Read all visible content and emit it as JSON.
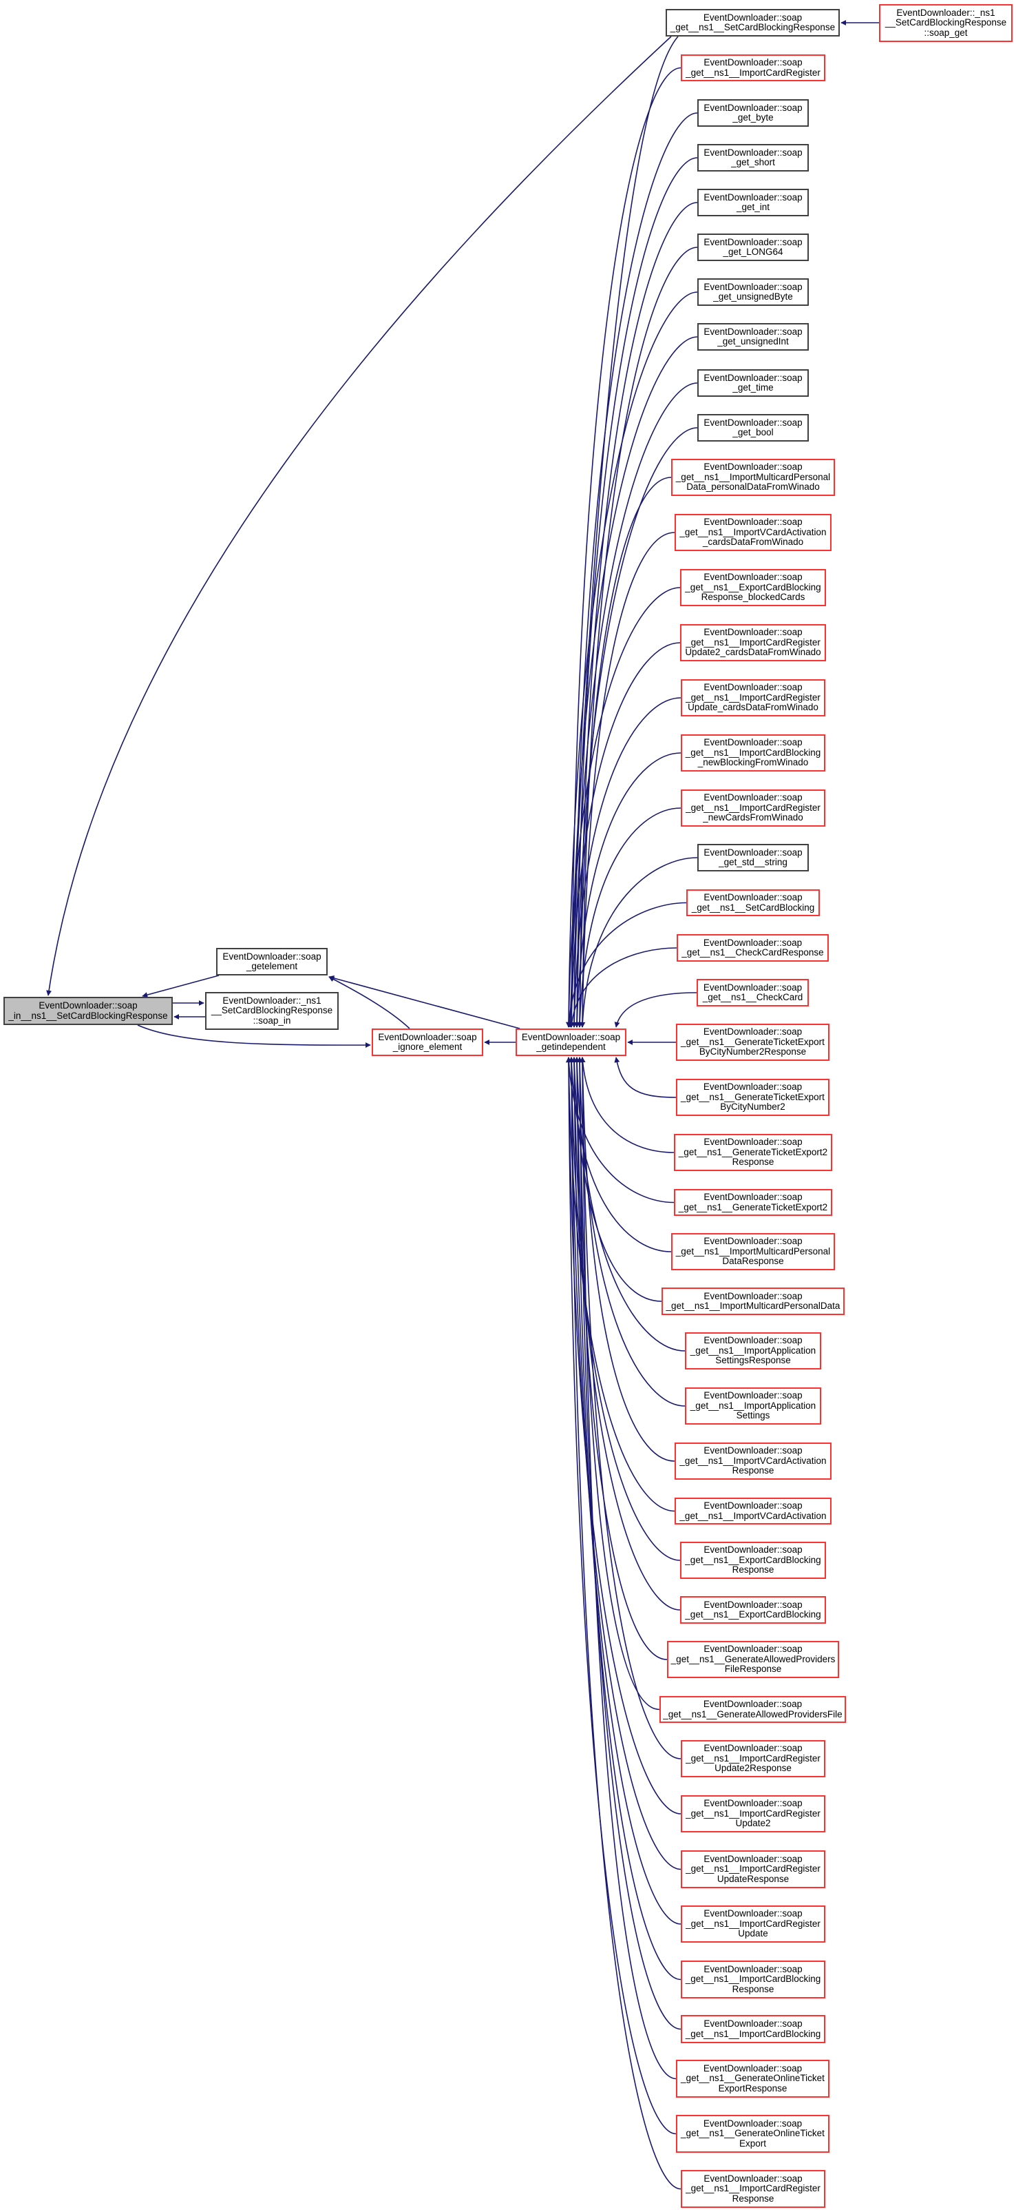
{
  "graph": {
    "title": "Caller graph of EventDownloader::soap_in__ns1__SetCardBlockingResponse",
    "colors": {
      "edge": "#191970",
      "node_border": "#404040",
      "node_border_truncated": "#ff3030",
      "focus_fill": "#bfbfbf"
    },
    "left_nodes": {
      "main": {
        "lines": [
          "EventDownloader::soap",
          "_in__ns1__SetCardBlockingResponse"
        ],
        "style": "focus"
      },
      "getelement": {
        "lines": [
          "EventDownloader::soap",
          "_getelement"
        ],
        "style": "normal"
      },
      "soap_in": {
        "lines": [
          "EventDownloader::_ns1",
          "__SetCardBlockingResponse",
          "::soap_in"
        ],
        "style": "normal"
      },
      "ignore_element": {
        "lines": [
          "EventDownloader::soap",
          "_ignore_element"
        ],
        "style": "truncated"
      },
      "getindependent": {
        "lines": [
          "EventDownloader::soap",
          "_getindependent"
        ],
        "style": "truncated"
      },
      "soap_get": {
        "lines": [
          "EventDownloader::_ns1",
          "__SetCardBlockingResponse",
          "::soap_get"
        ],
        "style": "truncated"
      }
    },
    "column_nodes": [
      {
        "lines": [
          "EventDownloader::soap",
          "_get__ns1__SetCardBlockingResponse"
        ],
        "style": "normal"
      },
      {
        "lines": [
          "EventDownloader::soap",
          "_get__ns1__ImportCardRegister"
        ],
        "style": "truncated"
      },
      {
        "lines": [
          "EventDownloader::soap",
          "_get_byte"
        ],
        "style": "normal"
      },
      {
        "lines": [
          "EventDownloader::soap",
          "_get_short"
        ],
        "style": "normal"
      },
      {
        "lines": [
          "EventDownloader::soap",
          "_get_int"
        ],
        "style": "normal"
      },
      {
        "lines": [
          "EventDownloader::soap",
          "_get_LONG64"
        ],
        "style": "normal"
      },
      {
        "lines": [
          "EventDownloader::soap",
          "_get_unsignedByte"
        ],
        "style": "normal"
      },
      {
        "lines": [
          "EventDownloader::soap",
          "_get_unsignedInt"
        ],
        "style": "normal"
      },
      {
        "lines": [
          "EventDownloader::soap",
          "_get_time"
        ],
        "style": "normal"
      },
      {
        "lines": [
          "EventDownloader::soap",
          "_get_bool"
        ],
        "style": "normal"
      },
      {
        "lines": [
          "EventDownloader::soap",
          "_get__ns1__ImportMulticardPersonal",
          "Data_personalDataFromWinado"
        ],
        "style": "truncated"
      },
      {
        "lines": [
          "EventDownloader::soap",
          "_get__ns1__ImportVCardActivation",
          "_cardsDataFromWinado"
        ],
        "style": "truncated"
      },
      {
        "lines": [
          "EventDownloader::soap",
          "_get__ns1__ExportCardBlocking",
          "Response_blockedCards"
        ],
        "style": "truncated"
      },
      {
        "lines": [
          "EventDownloader::soap",
          "_get__ns1__ImportCardRegister",
          "Update2_cardsDataFromWinado"
        ],
        "style": "truncated"
      },
      {
        "lines": [
          "EventDownloader::soap",
          "_get__ns1__ImportCardRegister",
          "Update_cardsDataFromWinado"
        ],
        "style": "truncated"
      },
      {
        "lines": [
          "EventDownloader::soap",
          "_get__ns1__ImportCardBlocking",
          "_newBlockingFromWinado"
        ],
        "style": "truncated"
      },
      {
        "lines": [
          "EventDownloader::soap",
          "_get__ns1__ImportCardRegister",
          "_newCardsFromWinado"
        ],
        "style": "truncated"
      },
      {
        "lines": [
          "EventDownloader::soap",
          "_get_std__string"
        ],
        "style": "normal"
      },
      {
        "lines": [
          "EventDownloader::soap",
          "_get__ns1__SetCardBlocking"
        ],
        "style": "truncated"
      },
      {
        "lines": [
          "EventDownloader::soap",
          "_get__ns1__CheckCardResponse"
        ],
        "style": "truncated"
      },
      {
        "lines": [
          "EventDownloader::soap",
          "_get__ns1__CheckCard"
        ],
        "style": "truncated"
      },
      {
        "lines": [
          "EventDownloader::soap",
          "_get__ns1__GenerateTicketExport",
          "ByCityNumber2Response"
        ],
        "style": "truncated"
      },
      {
        "lines": [
          "EventDownloader::soap",
          "_get__ns1__GenerateTicketExport",
          "ByCityNumber2"
        ],
        "style": "truncated"
      },
      {
        "lines": [
          "EventDownloader::soap",
          "_get__ns1__GenerateTicketExport2",
          "Response"
        ],
        "style": "truncated"
      },
      {
        "lines": [
          "EventDownloader::soap",
          "_get__ns1__GenerateTicketExport2"
        ],
        "style": "truncated"
      },
      {
        "lines": [
          "EventDownloader::soap",
          "_get__ns1__ImportMulticardPersonal",
          "DataResponse"
        ],
        "style": "truncated"
      },
      {
        "lines": [
          "EventDownloader::soap",
          "_get__ns1__ImportMulticardPersonalData"
        ],
        "style": "truncated"
      },
      {
        "lines": [
          "EventDownloader::soap",
          "_get__ns1__ImportApplication",
          "SettingsResponse"
        ],
        "style": "truncated"
      },
      {
        "lines": [
          "EventDownloader::soap",
          "_get__ns1__ImportApplication",
          "Settings"
        ],
        "style": "truncated"
      },
      {
        "lines": [
          "EventDownloader::soap",
          "_get__ns1__ImportVCardActivation",
          "Response"
        ],
        "style": "truncated"
      },
      {
        "lines": [
          "EventDownloader::soap",
          "_get__ns1__ImportVCardActivation"
        ],
        "style": "truncated"
      },
      {
        "lines": [
          "EventDownloader::soap",
          "_get__ns1__ExportCardBlocking",
          "Response"
        ],
        "style": "truncated"
      },
      {
        "lines": [
          "EventDownloader::soap",
          "_get__ns1__ExportCardBlocking"
        ],
        "style": "truncated"
      },
      {
        "lines": [
          "EventDownloader::soap",
          "_get__ns1__GenerateAllowedProviders",
          "FileResponse"
        ],
        "style": "truncated"
      },
      {
        "lines": [
          "EventDownloader::soap",
          "_get__ns1__GenerateAllowedProvidersFile"
        ],
        "style": "truncated"
      },
      {
        "lines": [
          "EventDownloader::soap",
          "_get__ns1__ImportCardRegister",
          "Update2Response"
        ],
        "style": "truncated"
      },
      {
        "lines": [
          "EventDownloader::soap",
          "_get__ns1__ImportCardRegister",
          "Update2"
        ],
        "style": "truncated"
      },
      {
        "lines": [
          "EventDownloader::soap",
          "_get__ns1__ImportCardRegister",
          "UpdateResponse"
        ],
        "style": "truncated"
      },
      {
        "lines": [
          "EventDownloader::soap",
          "_get__ns1__ImportCardRegister",
          "Update"
        ],
        "style": "truncated"
      },
      {
        "lines": [
          "EventDownloader::soap",
          "_get__ns1__ImportCardBlocking",
          "Response"
        ],
        "style": "truncated"
      },
      {
        "lines": [
          "EventDownloader::soap",
          "_get__ns1__ImportCardBlocking"
        ],
        "style": "truncated"
      },
      {
        "lines": [
          "EventDownloader::soap",
          "_get__ns1__GenerateOnlineTicket",
          "ExportResponse"
        ],
        "style": "truncated"
      },
      {
        "lines": [
          "EventDownloader::soap",
          "_get__ns1__GenerateOnlineTicket",
          "Export"
        ],
        "style": "truncated"
      },
      {
        "lines": [
          "EventDownloader::soap",
          "_get__ns1__ImportCardRegister",
          "Response"
        ],
        "style": "truncated"
      }
    ]
  }
}
